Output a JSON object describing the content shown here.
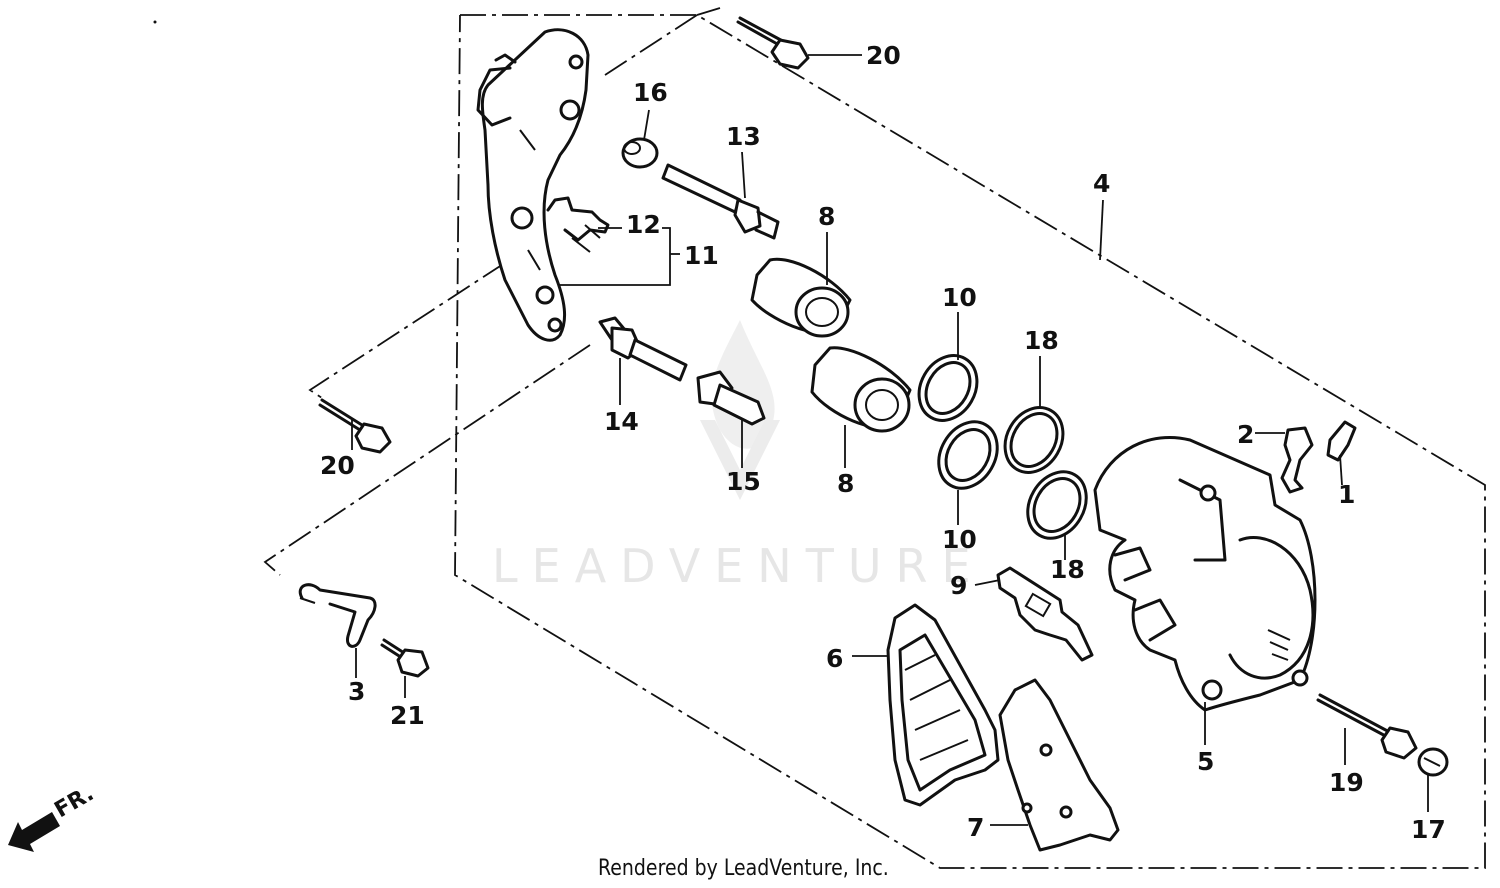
{
  "diagram": {
    "parts": [
      {
        "id": "p1",
        "label": "1"
      },
      {
        "id": "p2",
        "label": "2"
      },
      {
        "id": "p3",
        "label": "3"
      },
      {
        "id": "p4",
        "label": "4"
      },
      {
        "id": "p5",
        "label": "5"
      },
      {
        "id": "p6",
        "label": "6"
      },
      {
        "id": "p7",
        "label": "7"
      },
      {
        "id": "p8a",
        "label": "8"
      },
      {
        "id": "p8b",
        "label": "8"
      },
      {
        "id": "p9",
        "label": "9"
      },
      {
        "id": "p10a",
        "label": "10"
      },
      {
        "id": "p10b",
        "label": "10"
      },
      {
        "id": "p11",
        "label": "11"
      },
      {
        "id": "p12",
        "label": "12"
      },
      {
        "id": "p13",
        "label": "13"
      },
      {
        "id": "p14",
        "label": "14"
      },
      {
        "id": "p15",
        "label": "15"
      },
      {
        "id": "p16",
        "label": "16"
      },
      {
        "id": "p17",
        "label": "17"
      },
      {
        "id": "p18a",
        "label": "18"
      },
      {
        "id": "p18b",
        "label": "18"
      },
      {
        "id": "p19",
        "label": "19"
      },
      {
        "id": "p20a",
        "label": "20"
      },
      {
        "id": "p20b",
        "label": "20"
      },
      {
        "id": "p21",
        "label": "21"
      }
    ],
    "direction_label": "FR.",
    "watermark": "LEADVENTURE",
    "credit": "Rendered by LeadVenture, Inc."
  }
}
